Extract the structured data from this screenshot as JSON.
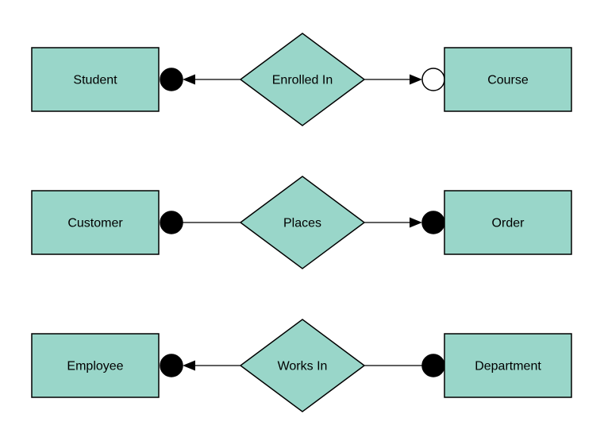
{
  "diagram_type": "entity-relationship",
  "colors": {
    "shape_fill": "#99d6c9",
    "stroke": "#000000",
    "terminal_filled": "#000000",
    "terminal_open": "#ffffff",
    "background": "#ffffff",
    "text": "#000000"
  },
  "rows": [
    {
      "left_entity": "Student",
      "relationship": "Enrolled In",
      "right_entity": "Course",
      "left_terminal": "filled-circle",
      "right_terminal": "open-circle",
      "arrow_to_left_entity": true,
      "arrow_to_right_entity": true
    },
    {
      "left_entity": "Customer",
      "relationship": "Places",
      "right_entity": "Order",
      "left_terminal": "filled-circle",
      "right_terminal": "filled-circle",
      "arrow_to_left_entity": false,
      "arrow_to_right_entity": true
    },
    {
      "left_entity": "Employee",
      "relationship": "Works In",
      "right_entity": "Department",
      "left_terminal": "filled-circle",
      "right_terminal": "filled-circle",
      "arrow_to_left_entity": true,
      "arrow_to_right_entity": false
    }
  ]
}
